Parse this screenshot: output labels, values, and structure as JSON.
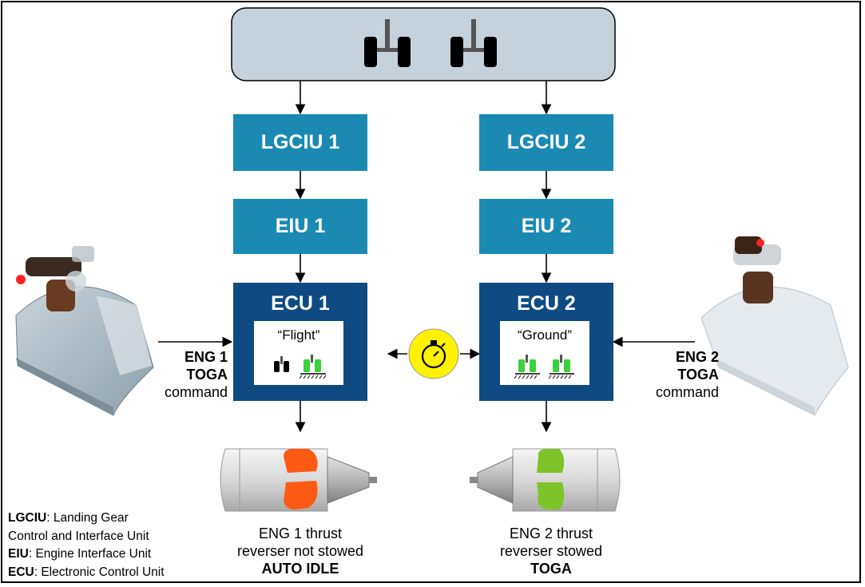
{
  "boxes": {
    "lgciu1": "LGCIU 1",
    "lgciu2": "LGCIU 2",
    "eiu1": "EIU 1",
    "eiu2": "EIU 2",
    "ecu1": "ECU 1",
    "ecu2": "ECU 2"
  },
  "ecu1_state": "“Flight”",
  "ecu2_state": "“Ground”",
  "left_command": {
    "line1": "ENG 1",
    "line2": "TOGA",
    "line3": "command"
  },
  "right_command": {
    "line1": "ENG 2",
    "line2": "TOGA",
    "line3": "command"
  },
  "eng1_status": {
    "line1": "ENG 1 thrust",
    "line2": "reverser not stowed",
    "line3": "AUTO IDLE"
  },
  "eng2_status": {
    "line1": "ENG 2 thrust",
    "line2": "reverser stowed",
    "line3": "TOGA"
  },
  "legend": [
    {
      "term": "LGCIU",
      "def": ": Landing Gear"
    },
    {
      "term": "",
      "def": "Control and Interface Unit"
    },
    {
      "term": "EIU",
      "def": ": Engine Interface Unit"
    },
    {
      "term": "ECU",
      "def": ": Electronic Control Unit"
    }
  ],
  "colors": {
    "lgciu_eiu": "#1a8ab3",
    "ecu": "#0f4a82",
    "gear_panel": "#c5d2dc",
    "reverser_not_stowed": "#ff5a14",
    "reverser_stowed": "#7cc42a",
    "gear_ground": "#3ad13a",
    "timer": "#fff200"
  },
  "icons": [
    "landing-gear-icon",
    "stopwatch-icon",
    "thrust-lever-icon",
    "engine-nacelle-icon"
  ]
}
